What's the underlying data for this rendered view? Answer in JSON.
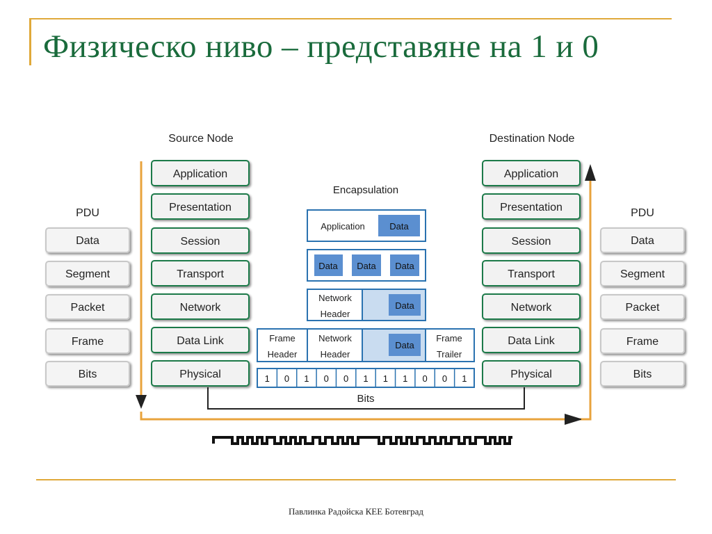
{
  "slide": {
    "title": "Физическо ниво – представяне на 1 и 0",
    "footer": "Павлинка Радойска КЕЕ Ботевград"
  },
  "diagram": {
    "source_label": "Source Node",
    "destination_label": "Destination Node",
    "pdu_label": "PDU",
    "encapsulation_label": "Encapsulation",
    "bits_label": "Bits",
    "layers": [
      "Application",
      "Presentation",
      "Session",
      "Transport",
      "Network",
      "Data Link",
      "Physical"
    ],
    "pdus": [
      "Data",
      "Segment",
      "Packet",
      "Frame",
      "Bits"
    ],
    "encap": {
      "app_label": "Application",
      "data": "Data",
      "network_header": [
        "Network",
        "Header"
      ],
      "frame_header": [
        "Frame",
        "Header"
      ],
      "frame_trailer": [
        "Frame",
        "Trailer"
      ]
    },
    "bit_values": [
      "1",
      "0",
      "1",
      "0",
      "0",
      "1",
      "1",
      "1",
      "0",
      "0",
      "1"
    ],
    "colors": {
      "arrow": "#e8a33c",
      "layer_fill": "#f2f2f2",
      "layer_border": "#1e7a4a",
      "encap_border": "#2a72b0",
      "encap_data_fill": "#5b8fd0"
    }
  }
}
